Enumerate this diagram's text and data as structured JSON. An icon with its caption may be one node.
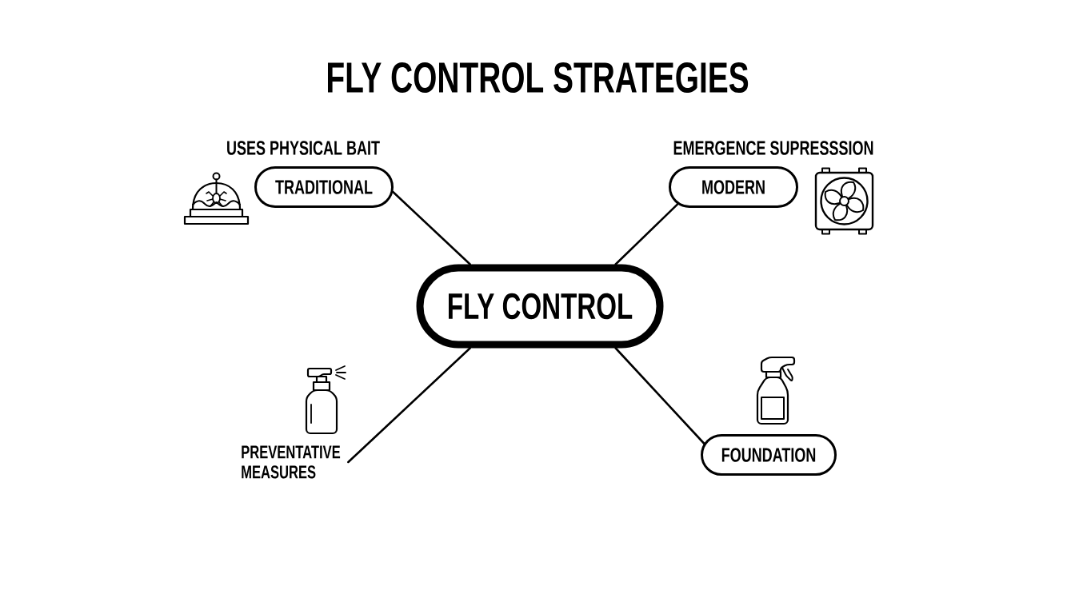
{
  "diagram": {
    "title": "FLY CONTROL STRATEGIES",
    "nodes": [
      {
        "text": [
          "FLY CONTROL"
        ]
      },
      {
        "text": [
          "TRADITIONAL"
        ],
        "beside": [
          "USES PHYSICAL BAIT"
        ]
      },
      {
        "text": [
          "MODERN"
        ],
        "beside": [
          "EMERGENCE SUPRESSSION"
        ]
      },
      {
        "text": [
          "PREVENTATIVE MEASURES"
        ]
      },
      {
        "text": [
          "FOUNDATION"
        ]
      }
    ],
    "edges": [
      {
        "from": 0,
        "to": 1,
        "arrow": "none"
      },
      {
        "from": 0,
        "to": 2,
        "arrow": "none"
      },
      {
        "from": 0,
        "to": 3,
        "arrow": "none"
      },
      {
        "from": 0,
        "to": 4,
        "arrow": "none"
      }
    ]
  }
}
